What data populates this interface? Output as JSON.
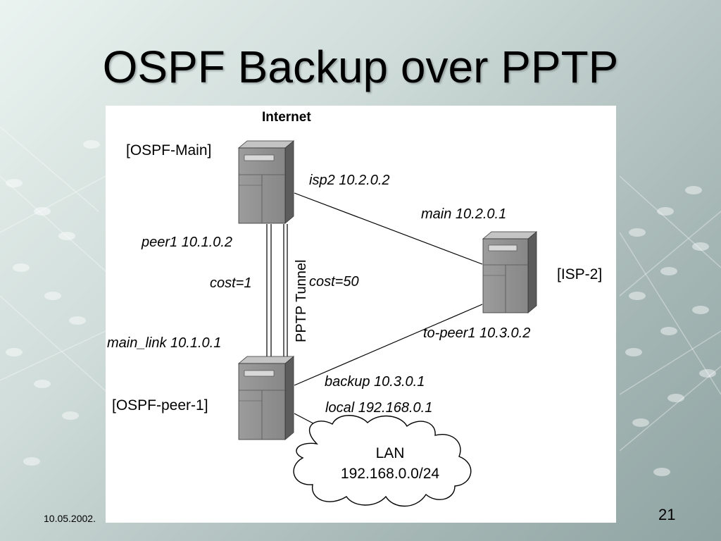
{
  "slide": {
    "title": "OSPF Backup over PPTP",
    "footer_date": "10.05.2002.",
    "page_number": "21"
  },
  "diagram": {
    "header": "Internet",
    "nodes": {
      "ospf_main": "[OSPF-Main]",
      "isp2": "[ISP-2]",
      "ospf_peer1": "[OSPF-peer-1]",
      "lan_name": "LAN",
      "lan_subnet": "192.168.0.0/24"
    },
    "interfaces": {
      "isp2_addr": "isp2 10.2.0.2",
      "main_addr": "main 10.2.0.1",
      "peer1_addr": "peer1 10.1.0.2",
      "main_link_addr": "main_link 10.1.0.1",
      "to_peer1_addr": "to-peer1 10.3.0.2",
      "backup_addr": "backup 10.3.0.1",
      "local_addr": "local 192.168.0.1"
    },
    "links": {
      "cost_direct": "cost=1",
      "cost_tunnel": "cost=50",
      "tunnel_label": "PPTP Tunnel"
    }
  }
}
